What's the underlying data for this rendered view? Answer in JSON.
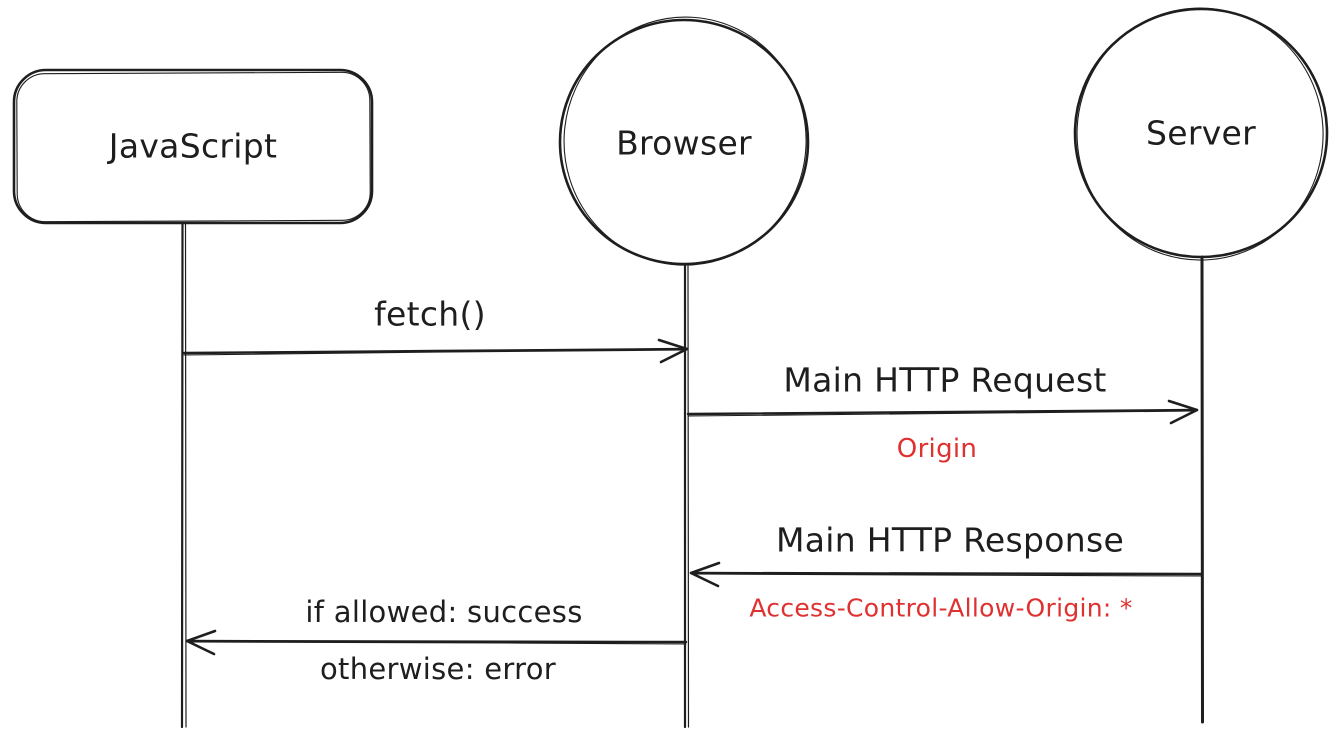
{
  "diagram": {
    "type": "sequence",
    "colors": {
      "stroke": "#1e1e1e",
      "accent_red": "#e03131",
      "background": "#ffffff"
    },
    "actors": [
      {
        "label": "JavaScript",
        "shape": "rounded-rectangle"
      },
      {
        "label": "Browser",
        "shape": "circle"
      },
      {
        "label": "Server",
        "shape": "circle"
      }
    ],
    "messages": [
      {
        "from": "JavaScript",
        "to": "Browser",
        "label": "fetch()",
        "annotation": ""
      },
      {
        "from": "Browser",
        "to": "Server",
        "label": "Main HTTP Request",
        "annotation": "Origin"
      },
      {
        "from": "Server",
        "to": "Browser",
        "label": "Main HTTP Response",
        "annotation": "Access-Control-Allow-Origin: *"
      },
      {
        "from": "Browser",
        "to": "JavaScript",
        "label": "if allowed: success",
        "annotation": "otherwise: error"
      }
    ]
  }
}
